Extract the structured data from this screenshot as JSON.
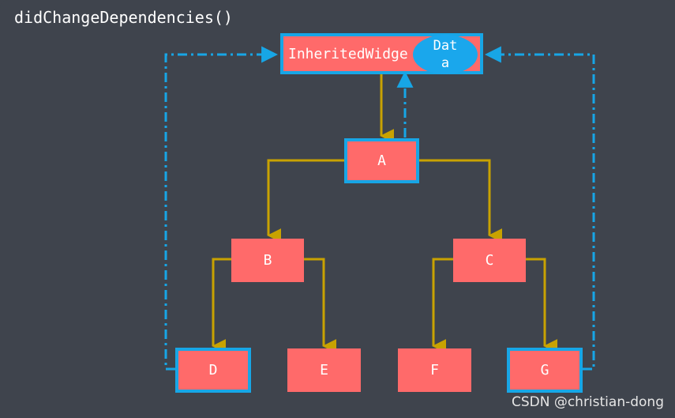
{
  "title": "didChangeDependencies()",
  "inherited_widget": {
    "label": "InheritedWidge",
    "data_lines": [
      "Dat",
      "a"
    ]
  },
  "nodes": {
    "a": "A",
    "b": "B",
    "c": "C",
    "d": "D",
    "e": "E",
    "f": "F",
    "g": "G"
  },
  "watermark": "CSDN @christian-dong",
  "colors": {
    "background": "#3f444d",
    "node_fill": "#ff6a6a",
    "highlight_border": "#17a6e6",
    "tree_line": "#c8a200",
    "dependency_line": "#17a6e6"
  }
}
